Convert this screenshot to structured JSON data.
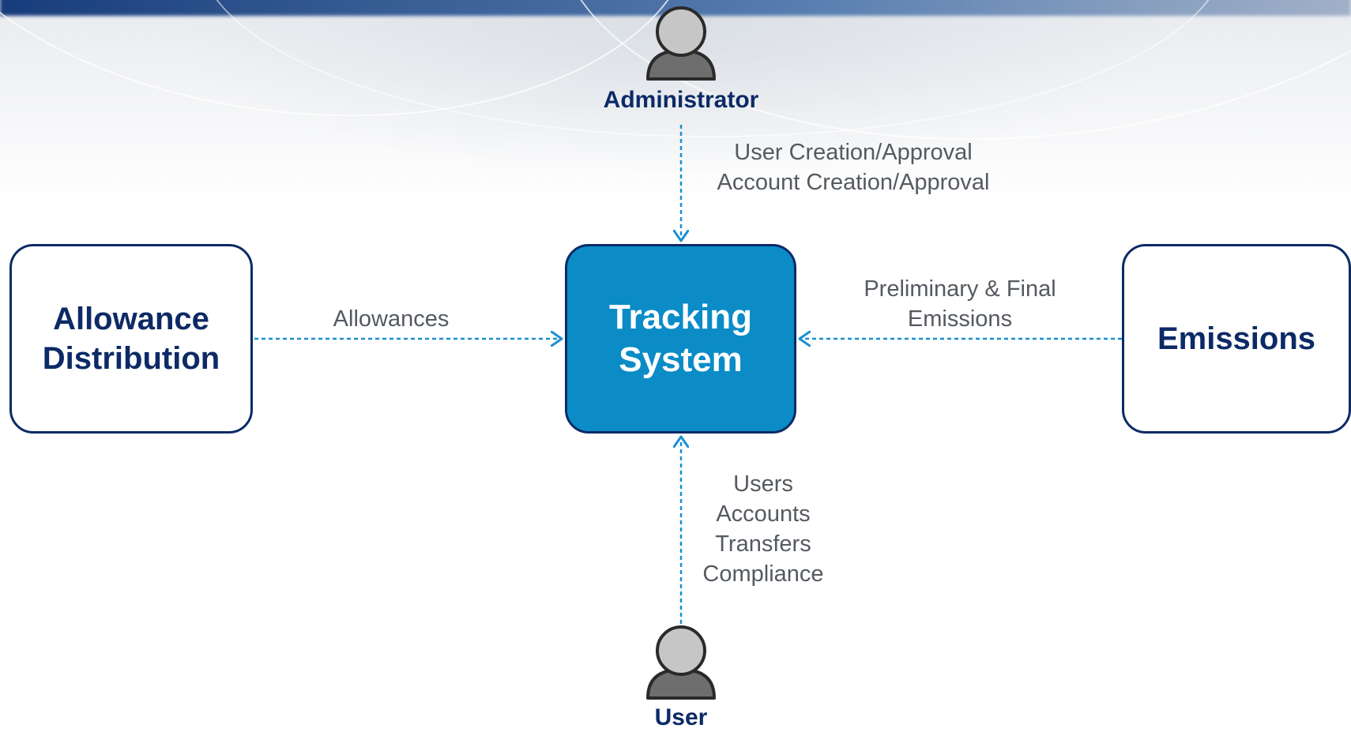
{
  "nodes": {
    "allowance": "Allowance\nDistribution",
    "tracking": "Tracking\nSystem",
    "emissions": "Emissions"
  },
  "actors": {
    "admin": "Administrator",
    "user": "User"
  },
  "edges": {
    "admin_to_tracking": "User Creation/Approval\nAccount Creation/Approval",
    "allowance_to_tracking": "Allowances",
    "emissions_to_tracking": "Preliminary & Final\nEmissions",
    "user_to_tracking": "Users\nAccounts\nTransfers\nCompliance"
  },
  "colors": {
    "node_border": "#0c2a66",
    "center_fill": "#0b8cc7",
    "connector": "#1a8fd0",
    "label_text": "#555a60"
  }
}
